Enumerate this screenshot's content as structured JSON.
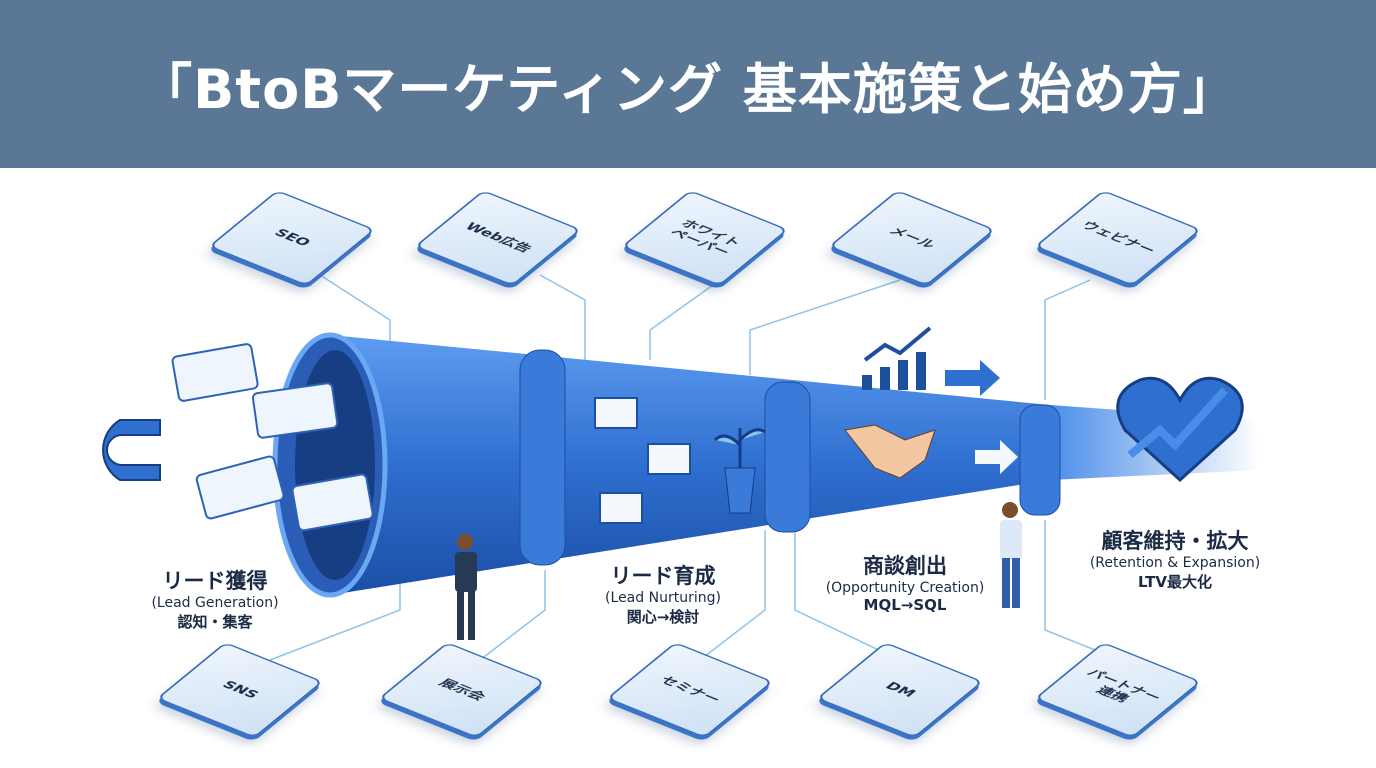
{
  "title": "「BtoBマーケティング 基本施策と始め方」",
  "colors": {
    "header": "#5a7896",
    "funnel": "#2f6fd0",
    "accent": "#1d4f9f"
  },
  "tactics_top": [
    "SEO",
    "Web広告",
    "ホワイト\nペーパー",
    "メール",
    "ウェビナー"
  ],
  "tactics_bottom": [
    "SNS",
    "展示会",
    "セミナー",
    "DM",
    "パートナー\n連携"
  ],
  "stages": [
    {
      "jp": "リード獲得",
      "en": "(Lead Generation)",
      "sub": "認知・集客"
    },
    {
      "jp": "リード育成",
      "en": "(Lead Nurturing)",
      "sub": "関心→検討"
    },
    {
      "jp": "商談創出",
      "en": "(Opportunity Creation)",
      "sub": "MQL→SQL"
    },
    {
      "jp": "顧客維持・拡大",
      "en": "(Retention & Expansion)",
      "sub": "LTV最大化"
    }
  ]
}
